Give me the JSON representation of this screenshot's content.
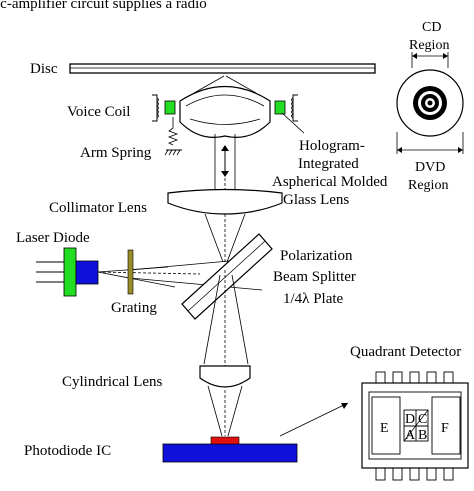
{
  "header_text": "ic-amplifier circuit supplies a radio",
  "labels": {
    "disc": "Disc",
    "voice_coil": "Voice Coil",
    "arm_spring": "Arm Spring",
    "collimator_lens": "Collimator Lens",
    "laser_diode": "Laser Diode",
    "grating": "Grating",
    "polarization": "Polarization",
    "beam_splitter": "Beam Splitter",
    "quarter_plate": "1/4λ Plate",
    "cylindrical_lens": "Cylindrical Lens",
    "photodiode_ic": "Photodiode IC",
    "hologram_line1": "Hologram-",
    "hologram_line2": "Integrated",
    "hologram_line3": "Aspherical Molded",
    "hologram_line4": "Glass Lens",
    "cd_line1": "CD",
    "cd_line2": "Region",
    "dvd_line1": "DVD",
    "dvd_line2": "Region",
    "quadrant_detector": "Quadrant Detector",
    "seg_e": "E",
    "seg_f": "F",
    "seg_a": "A",
    "seg_b": "B",
    "seg_c": "C",
    "seg_d": "D"
  },
  "colors": {
    "coil_green": "#22dd22",
    "laser_green": "#22dd22",
    "laser_blue": "#1010dd",
    "grating_olive": "#9a8c2a",
    "photodiode_blue": "#1010dd",
    "photodiode_red": "#e01010"
  }
}
